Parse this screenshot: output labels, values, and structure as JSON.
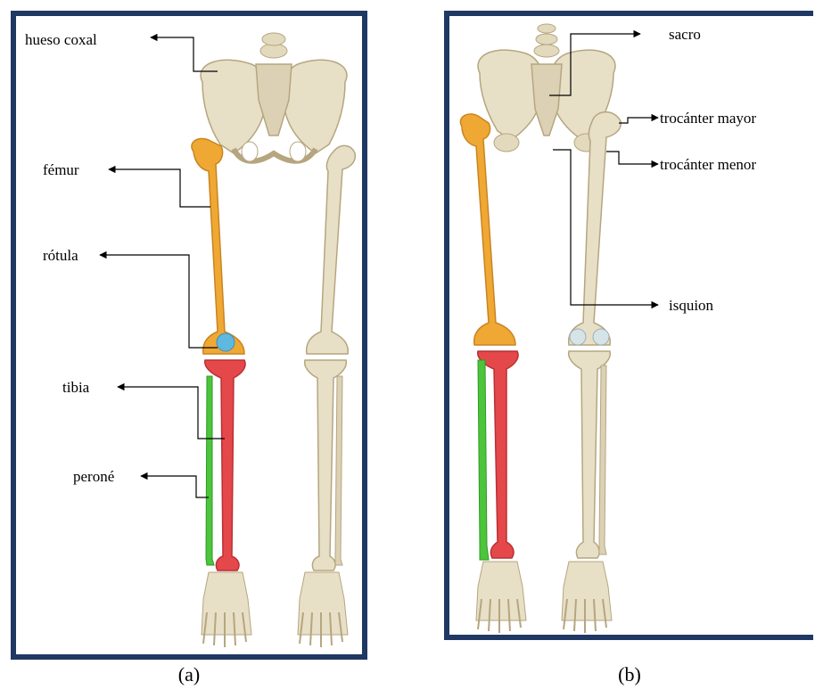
{
  "panels": [
    {
      "caption": "(a)",
      "labels": {
        "hip": "hueso coxal",
        "femur": "fémur",
        "patella": "rótula",
        "tibia": "tibia",
        "fibula": "peroné"
      }
    },
    {
      "caption": "(b)",
      "labels": {
        "sacrum": "sacro",
        "greater_trochanter": "trocánter mayor",
        "lesser_trochanter": "trocánter menor",
        "ischium": "isquion"
      }
    }
  ],
  "colors": {
    "frame": "#1f3864",
    "bone": "#e8dfc7",
    "bone_shade": "#c9bd9c",
    "femur": "#f0a834",
    "patella": "#5fb8e0",
    "tibia": "#e5484a",
    "fibula": "#4cc43c"
  }
}
